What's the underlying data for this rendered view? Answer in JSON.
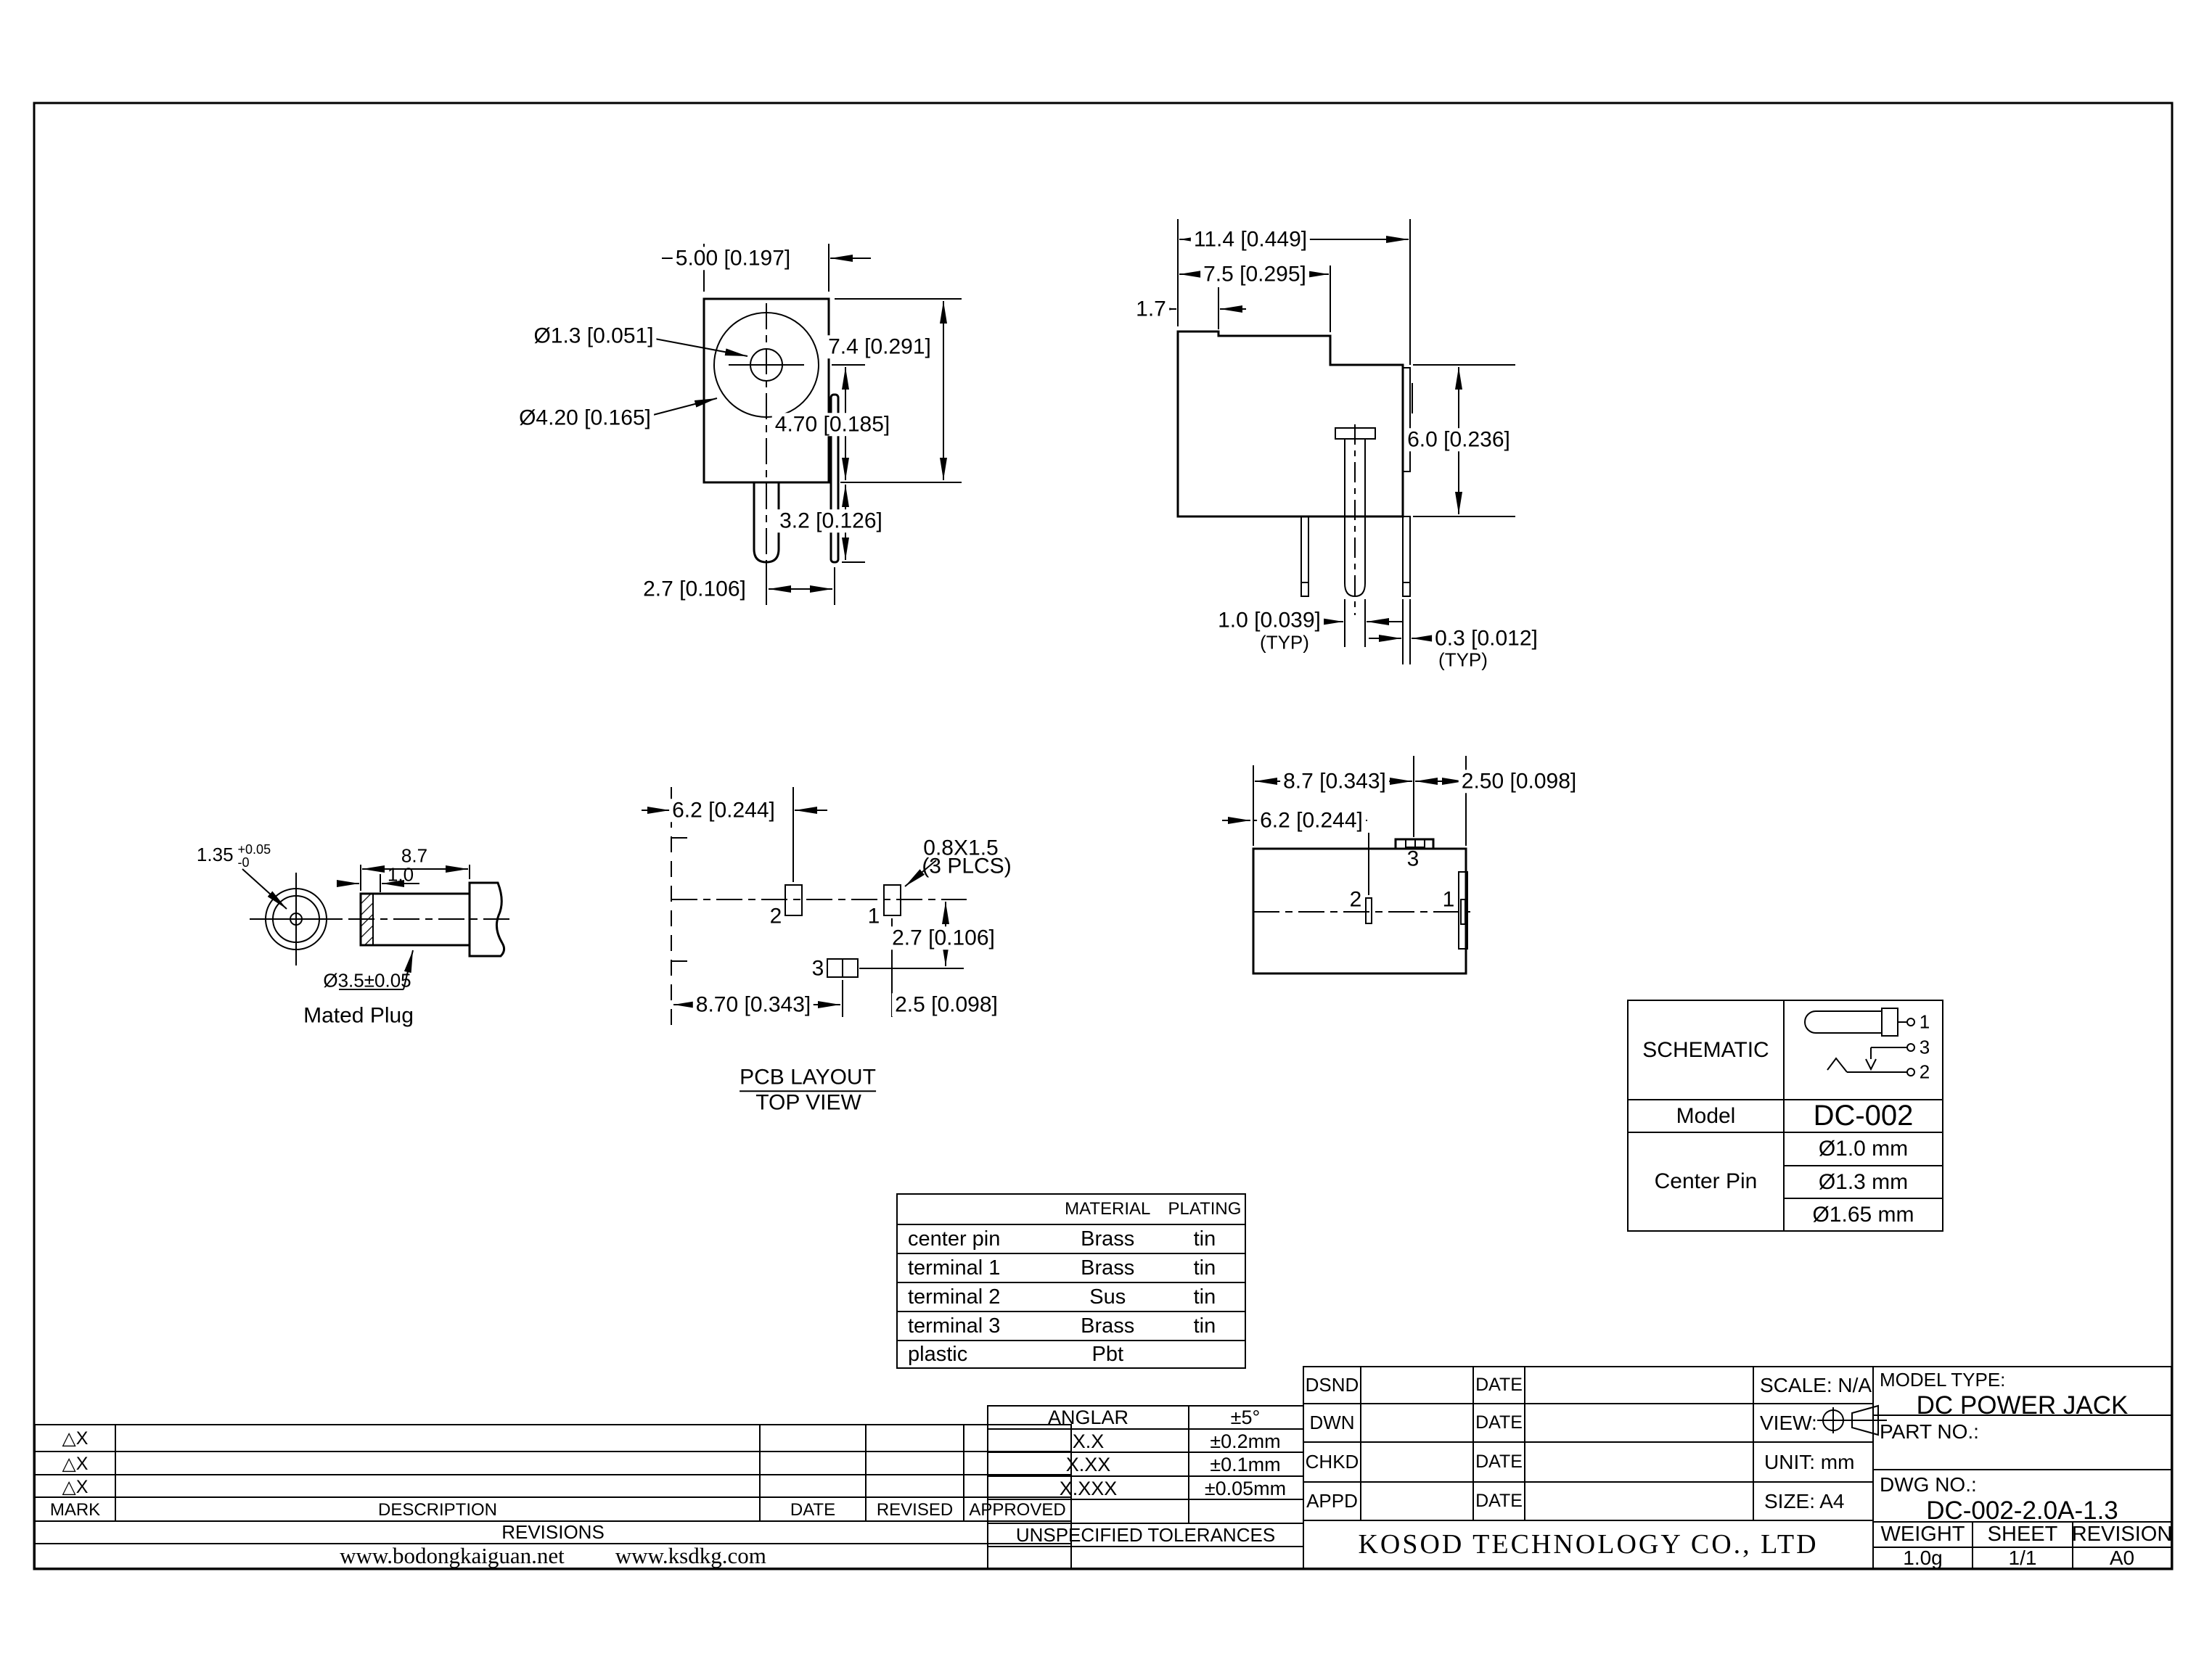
{
  "page": {
    "background": "#ffffff",
    "line_color": "#000000"
  },
  "views": {
    "front": {
      "dims": {
        "width": "5.00 [0.197]",
        "height": "7.4 [0.291]",
        "hole": "Ø1.3 [0.051]",
        "barrel": "Ø4.20 [0.165]",
        "center_depth": "4.70 [0.185]",
        "pin_length": "3.2 [0.126]",
        "pin_offset": "2.7 [0.106]"
      }
    },
    "section": {
      "dims": {
        "total_width": "11.4 [0.449]",
        "body_depth": "7.5 [0.295]",
        "lip": "1.7",
        "height": "6.0 [0.236]",
        "pin_width": "1.0 [0.039]",
        "pin_width_typ": "(TYP)",
        "plate_thk": "0.3 [0.012]",
        "plate_thk_typ": "(TYP)"
      }
    },
    "plug": {
      "dims": {
        "inner_dia": "1.35",
        "tol_plus": "+0.05",
        "tol_minus": "-0",
        "length": "8.7",
        "tip": "1.0",
        "outer_dia": "Ø3.5±0.05"
      },
      "caption": "Mated Plug"
    },
    "pcb": {
      "dims": {
        "offset": "6.2 [0.244]",
        "slot": "0.8X1.5",
        "slot_qty": "(3 PLCS)",
        "pitch_y": "2.7 [0.106]",
        "length": "8.70 [0.343]",
        "pitch_x": "2.5 [0.098]"
      },
      "pads": {
        "p1": "1",
        "p2": "2",
        "p3": "3"
      },
      "title": "PCB LAYOUT",
      "subtitle": "TOP VIEW"
    },
    "side": {
      "dims": {
        "length": "8.7 [0.343]",
        "pin3_offset": "2.50 [0.098]",
        "pin2_offset": "6.2 [0.244]"
      },
      "pads": {
        "p1": "1",
        "p2": "2",
        "p3": "3"
      }
    }
  },
  "schematic_table": {
    "header": "SCHEMATIC",
    "model_label": "Model",
    "model_value": "DC-002",
    "center_pin_label": "Center Pin",
    "center_pin_options": [
      "Ø1.0 mm",
      "Ø1.3 mm",
      "Ø1.65 mm"
    ],
    "nodes": {
      "n1": "1",
      "n2": "2",
      "n3": "3"
    }
  },
  "material_table": {
    "headers": {
      "material": "MATERIAL",
      "plating": "PLATING"
    },
    "rows": [
      {
        "part": "center pin",
        "material": "Brass",
        "plating": "tin"
      },
      {
        "part": "terminal 1",
        "material": "Brass",
        "plating": "tin"
      },
      {
        "part": "terminal 2",
        "material": "Sus",
        "plating": "tin"
      },
      {
        "part": "terminal 3",
        "material": "Brass",
        "plating": "tin"
      },
      {
        "part": "plastic",
        "material": "Pbt",
        "plating": ""
      }
    ]
  },
  "tolerance_table": {
    "rows": [
      {
        "label": "ANGLAR",
        "value": "±5°"
      },
      {
        "label": "X.X",
        "value": "±0.2mm"
      },
      {
        "label": "X.XX",
        "value": "±0.1mm"
      },
      {
        "label": "X.XXX",
        "value": "±0.05mm"
      }
    ],
    "note": "UNSPECIFIED TOLERANCES"
  },
  "revisions_table": {
    "marks": [
      "△X",
      "△X",
      "△X"
    ],
    "headers": {
      "mark": "MARK",
      "description": "DESCRIPTION",
      "date": "DATE",
      "revised": "REVISED",
      "approved": "APPROVED"
    },
    "section_label": "REVISIONS",
    "urls": [
      "www.bodongkaiguan.net",
      "www.ksdkg.com"
    ]
  },
  "title_block": {
    "rows": [
      "DSND",
      "DWN",
      "CHKD",
      "APPD"
    ],
    "date_label": "DATE",
    "scale": "SCALE: N/A",
    "view_label": "VIEW:",
    "unit": "UNIT: mm",
    "size": "SIZE: A4",
    "company": "KOSOD TECHNOLOGY CO., LTD",
    "model_type_label": "MODEL TYPE:",
    "model_type_value": "DC POWER JACK",
    "part_no_label": "PART NO.:",
    "dwg_no_label": "DWG NO.:",
    "dwg_no_value": "DC-002-2.0A-1.3",
    "weight_label": "WEIGHT",
    "sheet_label": "SHEET",
    "revision_label": "REVISION",
    "weight_value": "1.0g",
    "sheet_value": "1/1",
    "revision_value": "A0"
  }
}
